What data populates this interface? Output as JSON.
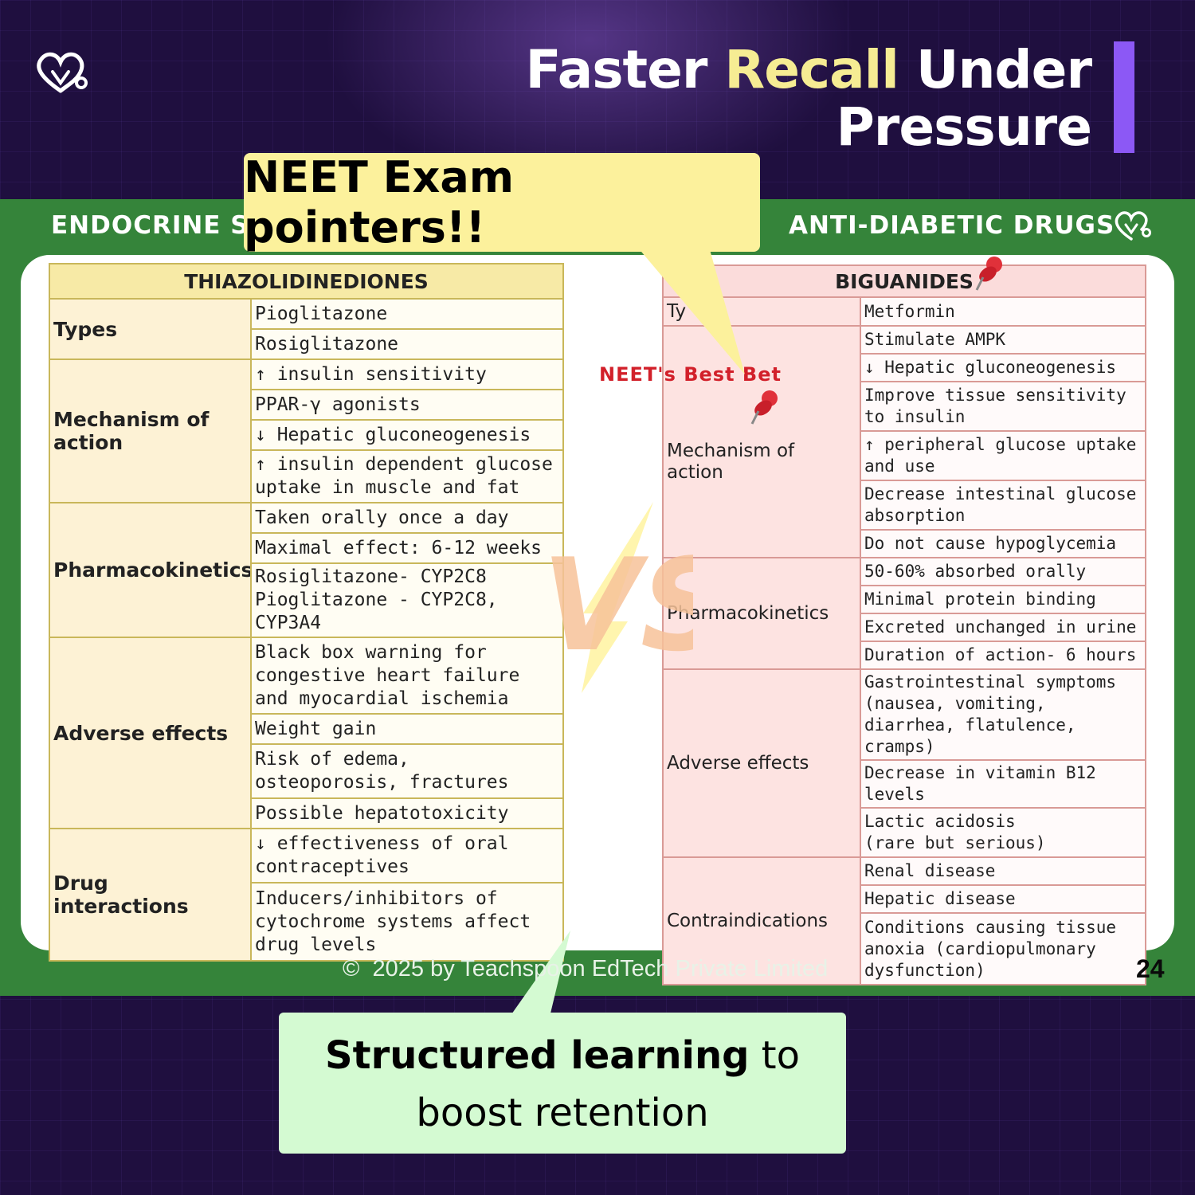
{
  "header": {
    "headline_part1": "Faster ",
    "headline_highlight": "Recall",
    "headline_part2": " Under",
    "headline_line2": "Pressure",
    "logo_icon": "heart-stethoscope-icon"
  },
  "band": {
    "left_title": "ENDOCRINE S",
    "right_title": "ANTI-DIABETIC DRUGS"
  },
  "callouts": {
    "top": "NEET Exam pointers!!",
    "bottom_bold": "Structured learning",
    "bottom_rest_line1": " to",
    "bottom_line2": "boost retention"
  },
  "annotations": {
    "neet_best_bet": "NEET's Best Bet",
    "vs": "VS"
  },
  "thiazolidinediones": {
    "title": "THIAZOLIDINEDIONES",
    "types_label": "Types",
    "types": [
      "Pioglitazone",
      "Rosiglitazone"
    ],
    "moa_label": "Mechanism of action",
    "moa": [
      "↑ insulin sensitivity",
      "PPAR-γ agonists",
      "↓ Hepatic gluconeogenesis",
      "↑ insulin dependent glucose uptake in muscle and fat"
    ],
    "pk_label": "Pharmacokinetics",
    "pk": [
      "Taken orally once a day",
      "Maximal effect: 6-12 weeks",
      "Rosiglitazone- CYP2C8",
      "Pioglitazone - CYP2C8, CYP3A4"
    ],
    "ae_label": "Adverse effects",
    "ae": [
      "Black box warning for congestive heart failure and myocardial ischemia",
      "Weight gain",
      "Risk of edema, osteoporosis, fractures",
      "Possible hepatotoxicity"
    ],
    "di_label": "Drug interactions",
    "di": [
      "↓ effectiveness of oral contraceptives",
      "Inducers/inhibitors of cytochrome systems affect drug levels"
    ]
  },
  "biguanides": {
    "title": "BIGUANIDES",
    "types_label": "Ty",
    "types": [
      "Metformin"
    ],
    "moa_label": "Mechanism of action",
    "moa": [
      "Stimulate AMPK",
      "↓ Hepatic gluconeogenesis",
      "Improve tissue sensitivity to insulin",
      "↑ peripheral glucose uptake and use",
      "Decrease intestinal glucose absorption",
      "Do not cause hypoglycemia"
    ],
    "pk_label": "Pharmacokinetics",
    "pk": [
      "50-60% absorbed orally",
      "Minimal protein binding",
      "Excreted unchanged in urine",
      "Duration of action- 6 hours"
    ],
    "ae_label": "Adverse effects",
    "ae": [
      "Gastrointestinal symptoms (nausea, vomiting, diarrhea, flatulence, cramps)",
      "Decrease in vitamin B12 levels",
      "Lactic acidosis",
      "(rare but serious)"
    ],
    "ci_label": "Contraindications",
    "ci": [
      "Renal disease",
      "Hepatic disease",
      "Conditions causing tissue anoxia (cardiopulmonary dysfunction)"
    ]
  },
  "footer": {
    "copyright_symbol": "©",
    "copyright_text": "2025 by Teachspoon EdTech Private Limited",
    "page_number": "24"
  },
  "colors": {
    "background": "#1f0f3f",
    "band": "#35843a",
    "highlight": "#f6ec93",
    "accent_bar": "#8c58f5",
    "callout_top": "#fcf19c",
    "callout_bottom": "#d4fad2",
    "tzd_header": "#f7eaa6",
    "biguanide_header": "#fbdcdb",
    "neet_red": "#d2202a"
  }
}
